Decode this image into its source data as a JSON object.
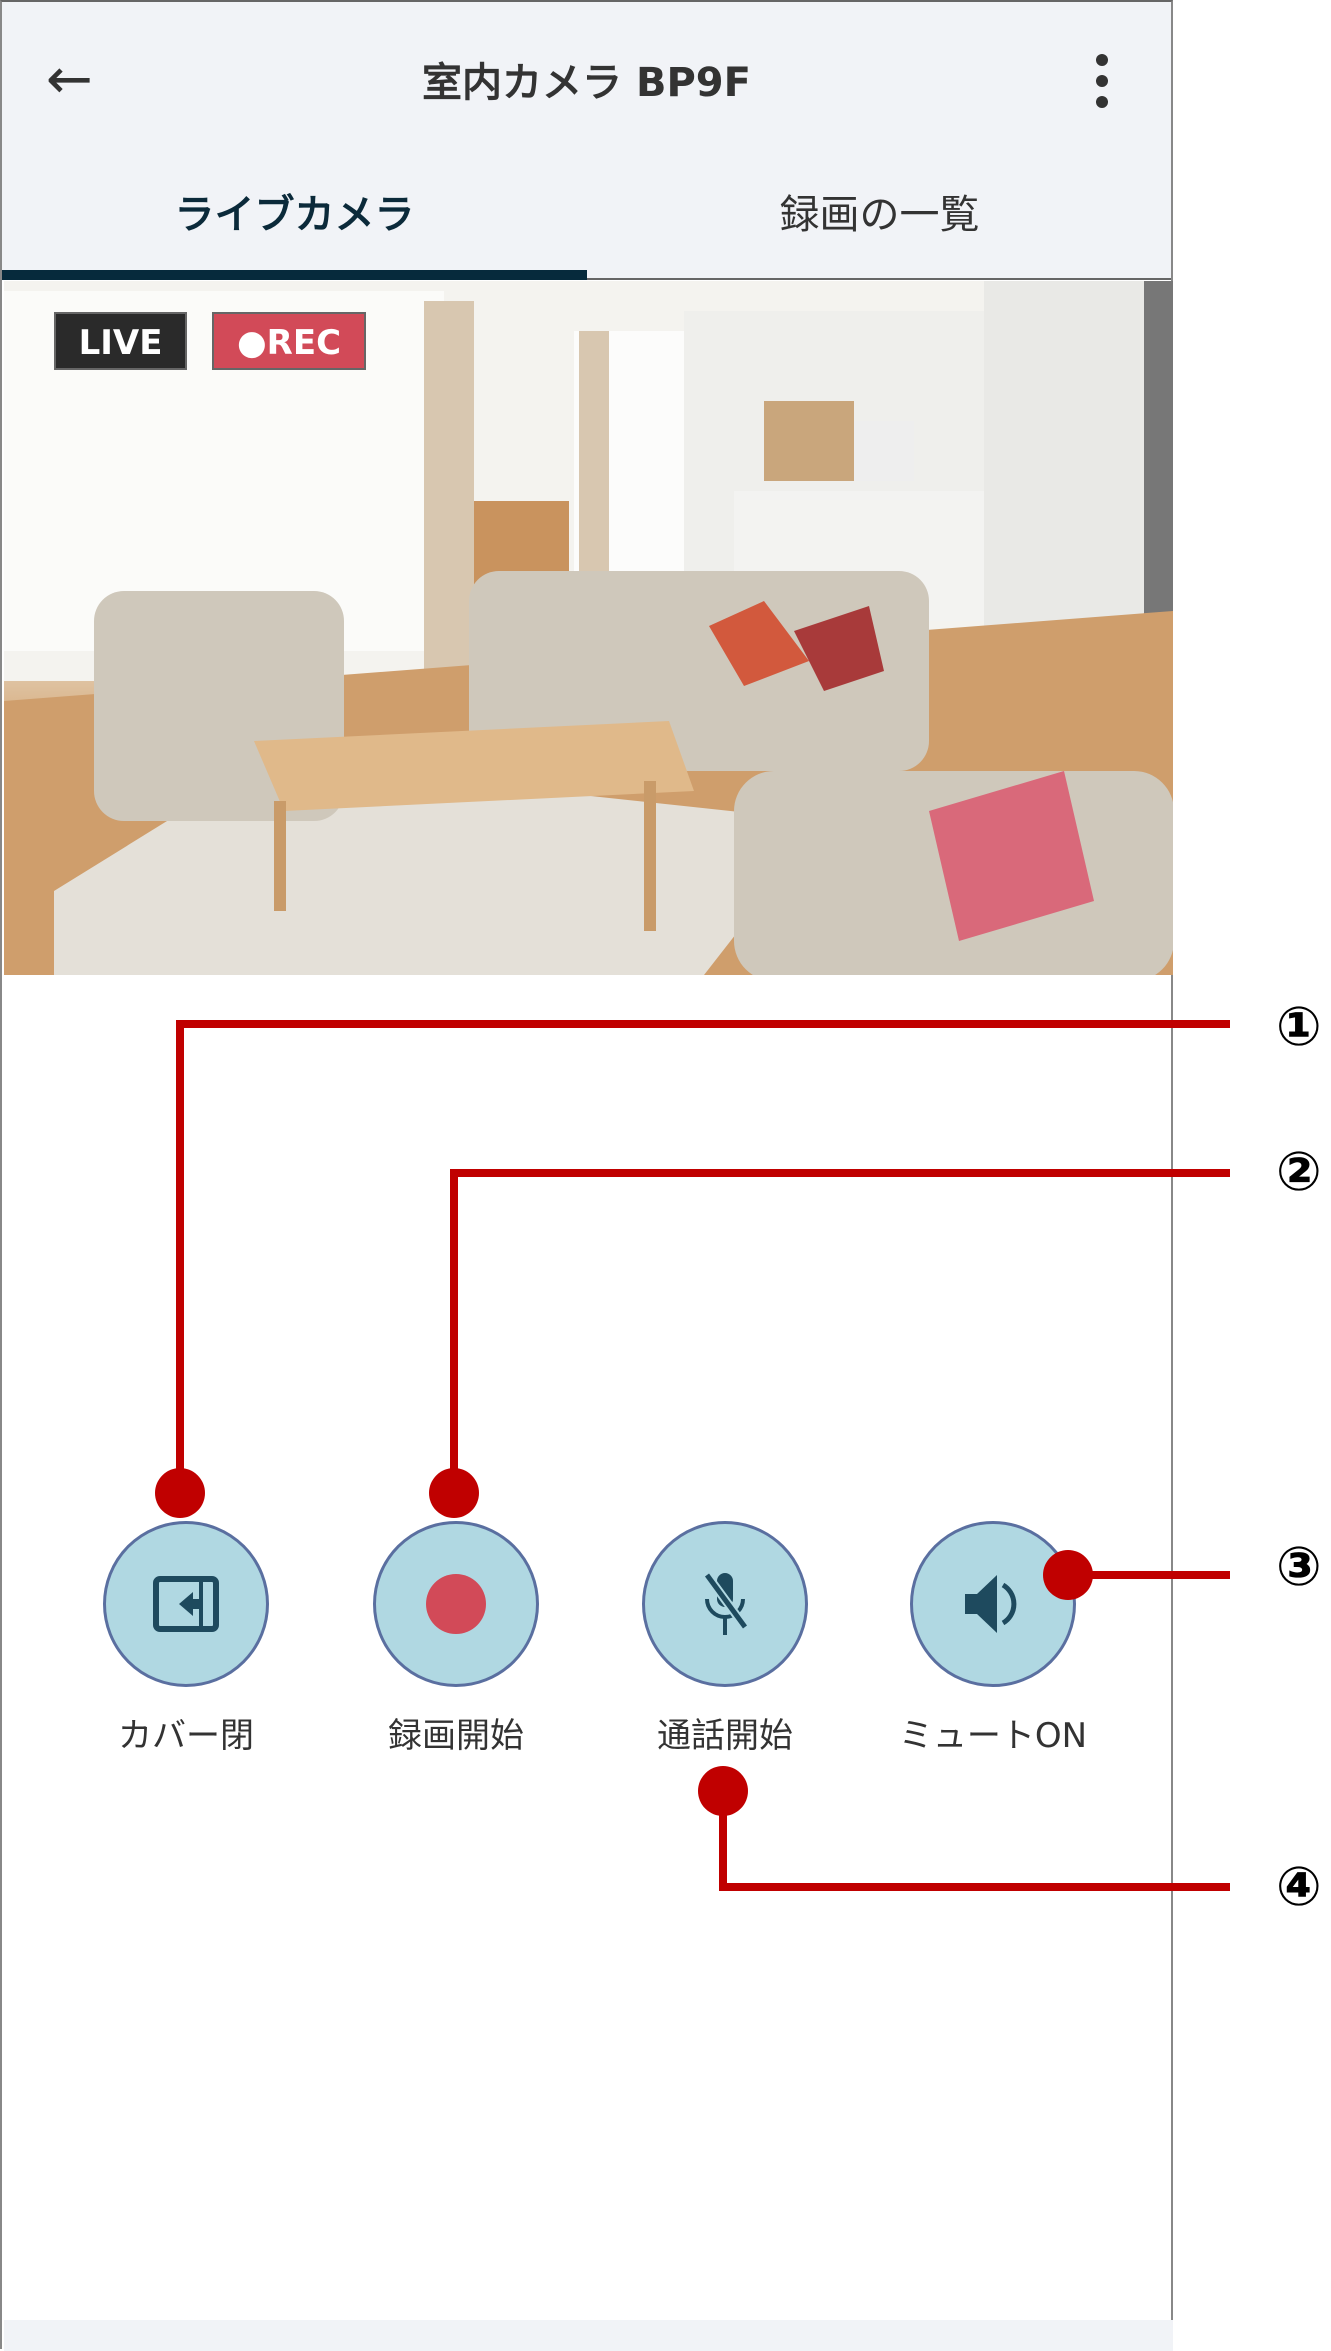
{
  "header": {
    "title": "室内カメラ BP9F",
    "back_icon": "arrow-left-icon",
    "menu_icon": "more-vertical-icon"
  },
  "tabs": [
    {
      "label": "ライブカメラ",
      "active": true
    },
    {
      "label": "録画の一覧",
      "active": false
    }
  ],
  "video": {
    "live_badge": "LIVE",
    "rec_badge": "REC",
    "rec_color": "#d24a58"
  },
  "controls": [
    {
      "label": "カバー閉",
      "icon": "cover-close-icon"
    },
    {
      "label": "録画開始",
      "icon": "record-icon"
    },
    {
      "label": "通話開始",
      "icon": "mic-off-icon"
    },
    {
      "label": "ミュートON",
      "icon": "speaker-icon"
    }
  ],
  "callouts": [
    "①",
    "②",
    "③",
    "④"
  ],
  "colors": {
    "accent": "#062a3c",
    "callout": "#c00000",
    "button_fill": "#b0d8e2"
  }
}
